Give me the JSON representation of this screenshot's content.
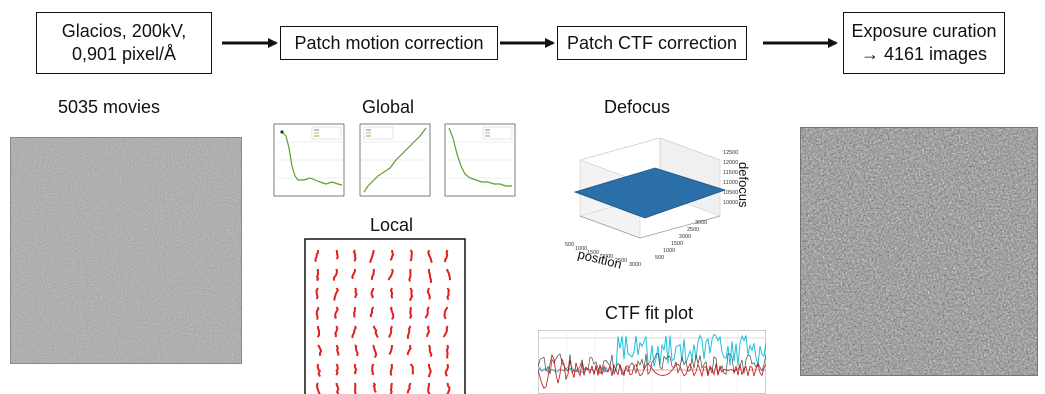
{
  "flow": {
    "step1": {
      "line1": "Glacios, 200kV,",
      "line2": "0,901 pixel/Å"
    },
    "step2": "Patch motion correction",
    "step3": "Patch CTF correction",
    "step4": {
      "line1": "Exposure curation",
      "line2": "→ 4161 images"
    }
  },
  "labels": {
    "movies": "5035 movies",
    "global": "Global",
    "local": "Local",
    "defocus": "Defocus",
    "ctf_fit": "CTF fit plot"
  },
  "defocus_plot": {
    "z_label": "defocus",
    "x_label": "position",
    "z_ticks": [
      "12500",
      "12000",
      "11500",
      "11000",
      "10500",
      "10000"
    ],
    "x_ticks": [
      "500",
      "1000",
      "1500",
      "2000",
      "2500",
      "3000"
    ],
    "y_ticks": [
      "3000",
      "2500",
      "2000",
      "1500",
      "1000",
      "500"
    ]
  },
  "global_plots": {
    "legend": [
      "raw traj",
      "smooth traj",
      "smooth fit"
    ]
  },
  "colors": {
    "surface": "#2a6fa8",
    "trajectory": "#e02020",
    "ctf_cyan": "#20c0d8",
    "ctf_red": "#c01010",
    "trace_green": "#5aa02a"
  }
}
